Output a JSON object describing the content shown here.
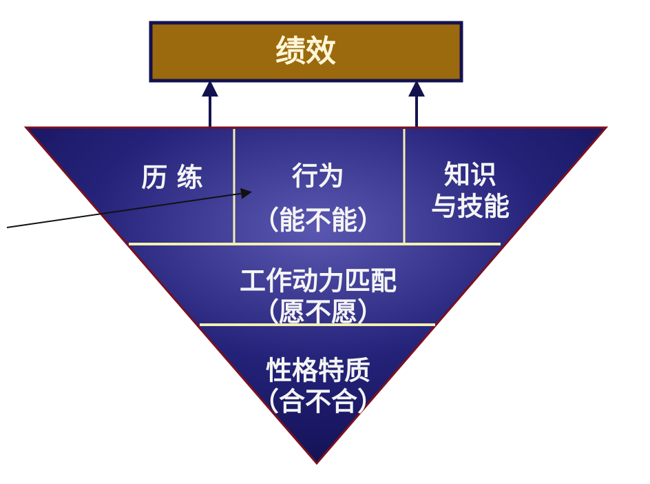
{
  "title": "绩效",
  "top_row": {
    "left": "历 练",
    "middle_line1": "行为",
    "middle_line2": "（能不能）",
    "right_line1": "知识",
    "right_line2": "与技能"
  },
  "middle_row": {
    "line1": "工作动力匹配",
    "line2": "（愿不愿）"
  },
  "bottom_row": {
    "line1": "性格特质",
    "line2": "（合不合）"
  },
  "colors": {
    "title_box": "#9b6a0e",
    "triangle": "#1c1a6e",
    "divider": "#f3f0b0",
    "border": "#7a1020"
  }
}
